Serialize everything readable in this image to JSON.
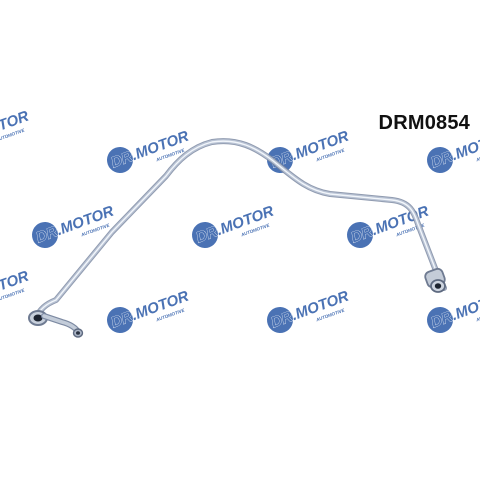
{
  "product": {
    "part_number": "DRM0854"
  },
  "watermark": {
    "brand": "DR.MOTOR",
    "tagline": "AUTOMOTIVE",
    "color": "#2b5aa8"
  },
  "pipe": {
    "color": "#b9c3d4",
    "highlight_color": "#f2f6fb",
    "shadow_color": "#7d8aa2"
  }
}
